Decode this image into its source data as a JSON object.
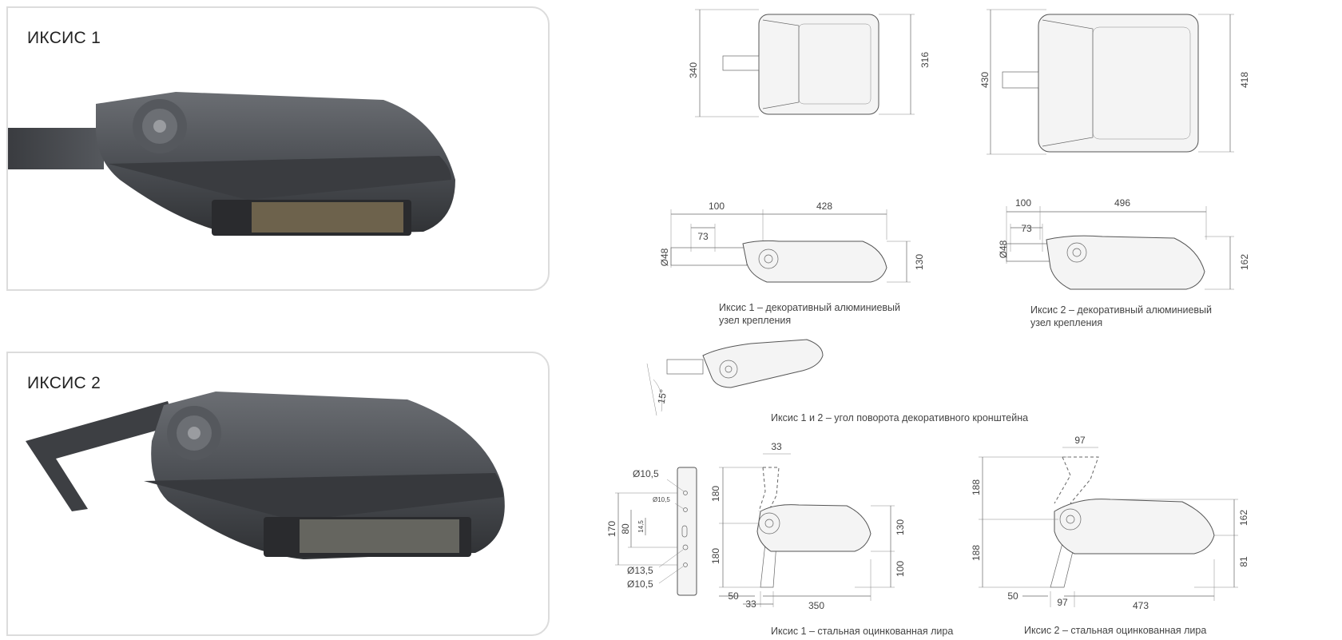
{
  "panels": [
    {
      "title": "ИКСИС 1"
    },
    {
      "title": "ИКСИС 2"
    }
  ],
  "top_views": {
    "v1": {
      "height_outer": "340",
      "height_inner": "316"
    },
    "v2": {
      "height_outer": "430",
      "height_inner": "418"
    }
  },
  "side_views": {
    "s1": {
      "bracket": "100",
      "length": "428",
      "insert": "73",
      "pipe": "Ø48",
      "height": "130",
      "caption_line1": "Иксис 1 – декоративный алюминиевый",
      "caption_line2": "узел крепления"
    },
    "s2": {
      "bracket": "100",
      "length": "496",
      "insert": "73",
      "pipe": "Ø48",
      "height": "162",
      "caption_line1": "Иксис 2 – декоративный алюминиевый",
      "caption_line2": "узел крепления"
    }
  },
  "tilt_view": {
    "angle": "15°",
    "caption": "Иксис 1 и 2 – угол поворота декоративного кронштейна"
  },
  "lyre_1": {
    "hole_a": "Ø10,5",
    "hole_b": "Ø10,5",
    "hole_c": "Ø13,5",
    "hole_d": "Ø10,5",
    "plate_h": "170",
    "plate_sp": "80",
    "slot": "14,5",
    "top_w": "33",
    "arm_up": "180",
    "arm_down": "180",
    "h1": "130",
    "h2": "100",
    "base_w": "50",
    "base_off": "33",
    "length": "350",
    "caption": "Иксис 1 – стальная оцинкованная лира"
  },
  "lyre_2": {
    "top_w": "97",
    "arm_up": "188",
    "arm_down": "188",
    "h1": "162",
    "h2": "81",
    "base_w": "50",
    "base_off": "97",
    "length": "473",
    "caption": "Иксис 2 – стальная оцинкованная лира"
  },
  "colors": {
    "housing": "#4a4d52",
    "housing_light": "#6a6d72",
    "frame": "#dcdcdc"
  }
}
